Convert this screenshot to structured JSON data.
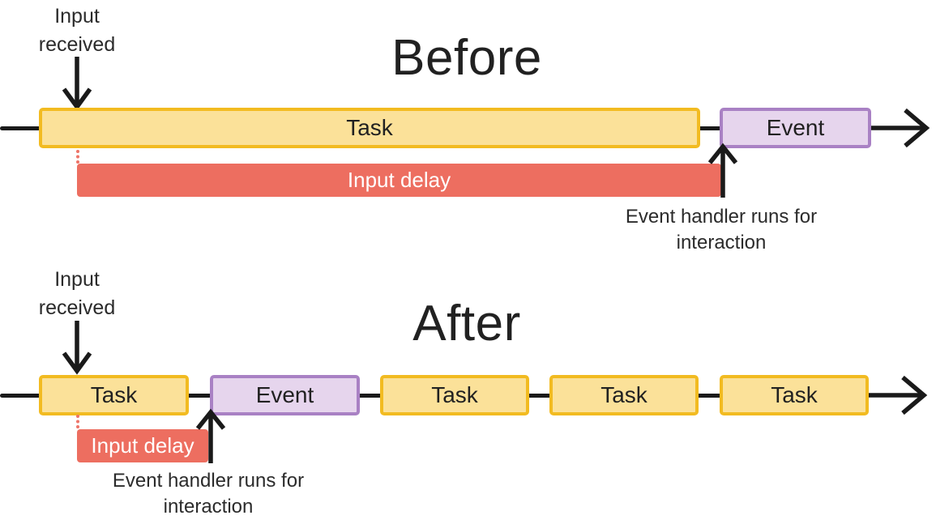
{
  "diagram": {
    "before": {
      "title": "Before",
      "input_label": "Input received",
      "task_label": "Task",
      "event_label": "Event",
      "delay_label": "Input delay",
      "handler_label": "Event handler runs for interaction"
    },
    "after": {
      "title": "After",
      "input_label": "Input received",
      "tasks": [
        "Task",
        "Task",
        "Task",
        "Task"
      ],
      "event_label": "Event",
      "delay_label": "Input delay",
      "handler_label": "Event handler runs for interaction"
    },
    "colors": {
      "task_fill": "#FBE199",
      "task_border": "#F2BB21",
      "event_fill": "#E6D5ED",
      "event_border": "#A981C4",
      "delay_fill": "#ED6E60",
      "delay_text": "#FFFFFF",
      "line": "#1A1A1A",
      "text": "#2B2B2B"
    }
  }
}
